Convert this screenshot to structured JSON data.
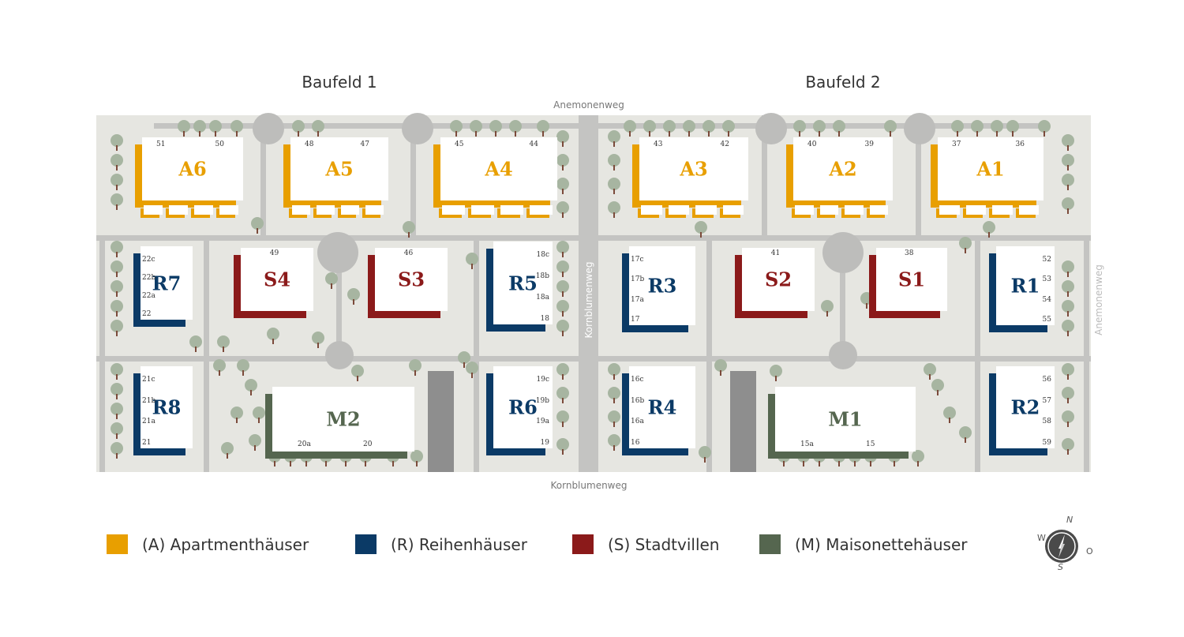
{
  "titles": {
    "field1": "Baufeld 1",
    "field2": "Baufeld 2"
  },
  "streets": {
    "top": "Anemonenweg",
    "bottom": "Kornblumenweg",
    "center": "Kornblumenweg",
    "right": "Anemonenweg"
  },
  "colors": {
    "A": "#E89F00",
    "R": "#0B3A66",
    "S": "#8B1A1A",
    "M": "#55664F"
  },
  "buildings": [
    {
      "id": "A6",
      "type": "A",
      "units": [
        "51",
        "50"
      ]
    },
    {
      "id": "A5",
      "type": "A",
      "units": [
        "48",
        "47"
      ]
    },
    {
      "id": "A4",
      "type": "A",
      "units": [
        "45",
        "44"
      ]
    },
    {
      "id": "A3",
      "type": "A",
      "units": [
        "43",
        "42"
      ]
    },
    {
      "id": "A2",
      "type": "A",
      "units": [
        "40",
        "39"
      ]
    },
    {
      "id": "A1",
      "type": "A",
      "units": [
        "37",
        "36"
      ]
    },
    {
      "id": "R7",
      "type": "R",
      "units": [
        "22c",
        "22b",
        "22a",
        "22"
      ]
    },
    {
      "id": "S4",
      "type": "S",
      "units": [
        "49"
      ]
    },
    {
      "id": "S3",
      "type": "S",
      "units": [
        "46"
      ]
    },
    {
      "id": "R5",
      "type": "R",
      "units": [
        "18c",
        "18b",
        "18a",
        "18"
      ]
    },
    {
      "id": "R3",
      "type": "R",
      "units": [
        "17c",
        "17b",
        "17a",
        "17"
      ]
    },
    {
      "id": "S2",
      "type": "S",
      "units": [
        "41"
      ]
    },
    {
      "id": "S1",
      "type": "S",
      "units": [
        "38"
      ]
    },
    {
      "id": "R1",
      "type": "R",
      "units": [
        "52",
        "53",
        "54",
        "55"
      ]
    },
    {
      "id": "R8",
      "type": "R",
      "units": [
        "21c",
        "21b",
        "21a",
        "21"
      ]
    },
    {
      "id": "M2",
      "type": "M",
      "units": [
        "20a",
        "20"
      ]
    },
    {
      "id": "R6",
      "type": "R",
      "units": [
        "19c",
        "19b",
        "19a",
        "19"
      ]
    },
    {
      "id": "R4",
      "type": "R",
      "units": [
        "16c",
        "16b",
        "16a",
        "16"
      ]
    },
    {
      "id": "M1",
      "type": "M",
      "units": [
        "15a",
        "15"
      ]
    },
    {
      "id": "R2",
      "type": "R",
      "units": [
        "56",
        "57",
        "58",
        "59"
      ]
    }
  ],
  "legend": [
    {
      "type": "A",
      "label": "(A) Apartmenthäuser"
    },
    {
      "type": "R",
      "label": "(R) Reihenhäuser"
    },
    {
      "type": "S",
      "label": "(S) Stadtvillen"
    },
    {
      "type": "M",
      "label": "(M) Maisonettehäuser"
    }
  ],
  "compass": {
    "n": "N",
    "s": "S",
    "w": "W",
    "o": "O"
  }
}
